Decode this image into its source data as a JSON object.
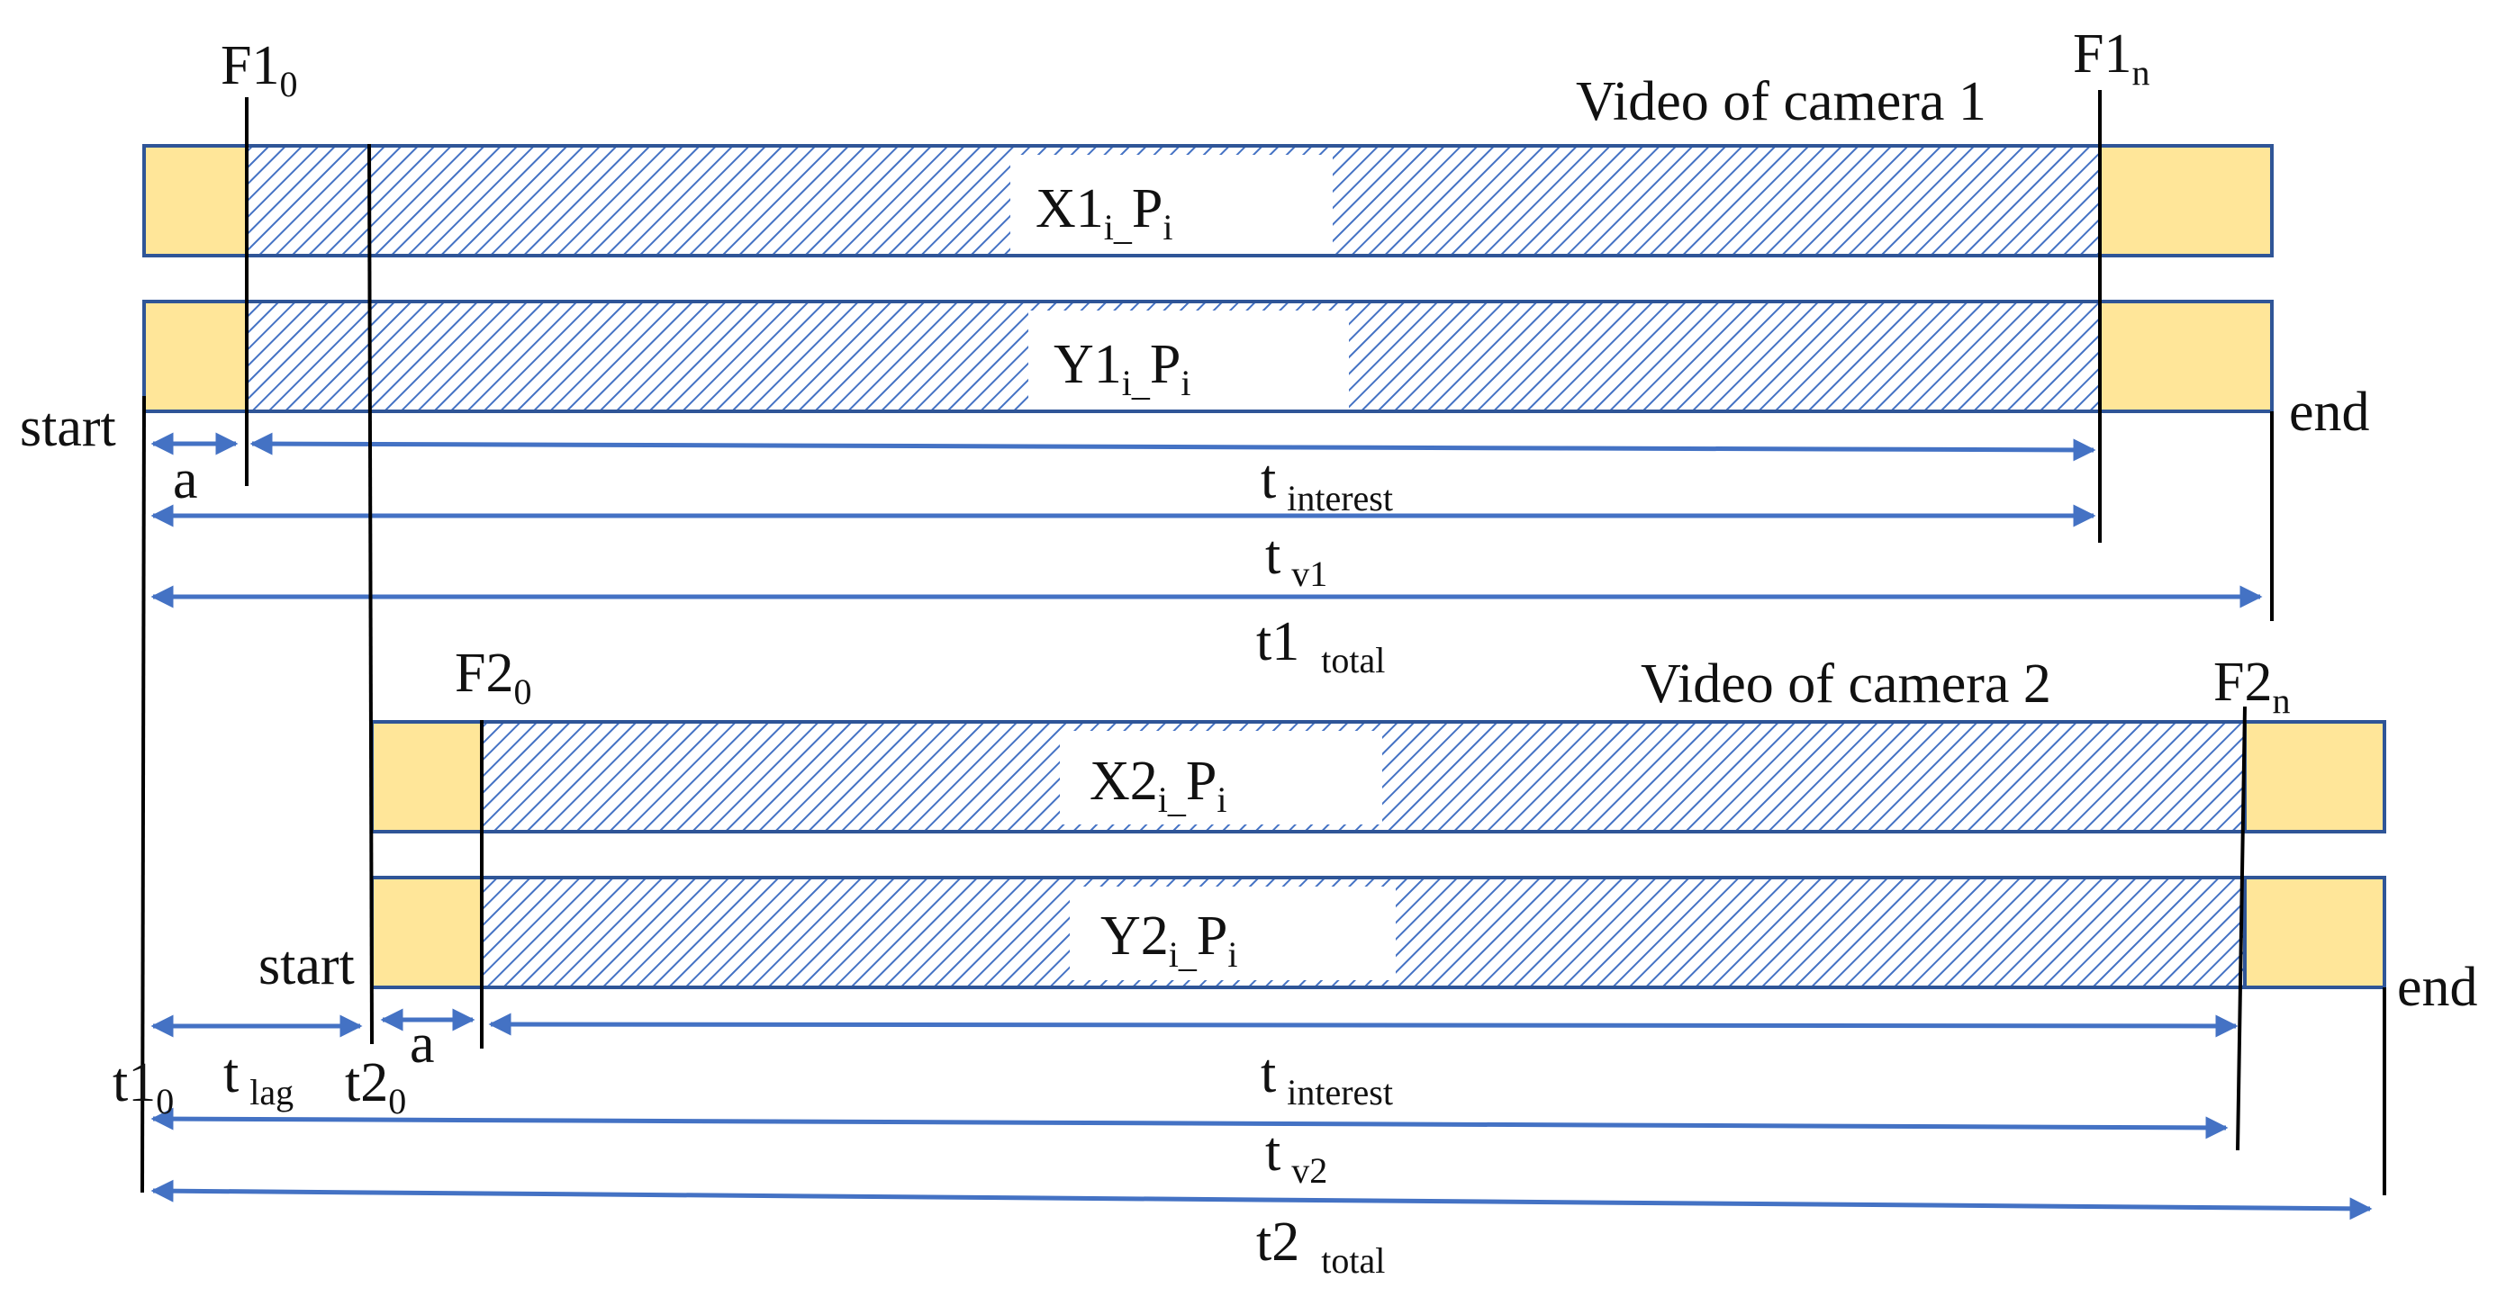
{
  "colors": {
    "frame_fill": "#FFE699",
    "hatch": "#4472C4",
    "border": "#2F5597",
    "arrow": "#4472C4",
    "line": "#000000",
    "text": "#111111"
  },
  "camera1": {
    "title": "Video of camera 1",
    "first_frame": {
      "main": "F1",
      "sub": "0"
    },
    "last_frame": {
      "main": "F1",
      "sub": "n"
    },
    "row_x": {
      "a": "X1",
      "b": "i_",
      "c": "P",
      "d": "i"
    },
    "row_y": {
      "a": "Y1",
      "b": "i_",
      "c": "P",
      "d": "i"
    },
    "start_label": "start",
    "end_label": "end",
    "a_label": "a",
    "t_interest": {
      "main": "t",
      "sub": "interest"
    },
    "t_v": {
      "main": "t",
      "sub": "v1"
    },
    "t_total": {
      "main": "t1",
      "sub": "total"
    }
  },
  "camera2": {
    "title": "Video of camera 2",
    "first_frame": {
      "main": "F2",
      "sub": "0"
    },
    "last_frame": {
      "main": "F2",
      "sub": "n"
    },
    "row_x": {
      "a": "X2",
      "b": "i_",
      "c": "P",
      "d": "i"
    },
    "row_y": {
      "a": "Y2",
      "b": "i_",
      "c": "P",
      "d": "i"
    },
    "start_label": "start",
    "end_label": "end",
    "a_label": "a",
    "t_interest": {
      "main": "t",
      "sub": "interest"
    },
    "t_v": {
      "main": "t",
      "sub": "v2"
    },
    "t_total": {
      "main": "t2",
      "sub": "total"
    }
  },
  "timeline": {
    "t1_0": {
      "main": "t1",
      "sub": "0"
    },
    "t_lag": {
      "main": "t",
      "sub": "lag"
    },
    "t2_0": {
      "main": "t2",
      "sub": "0"
    }
  }
}
